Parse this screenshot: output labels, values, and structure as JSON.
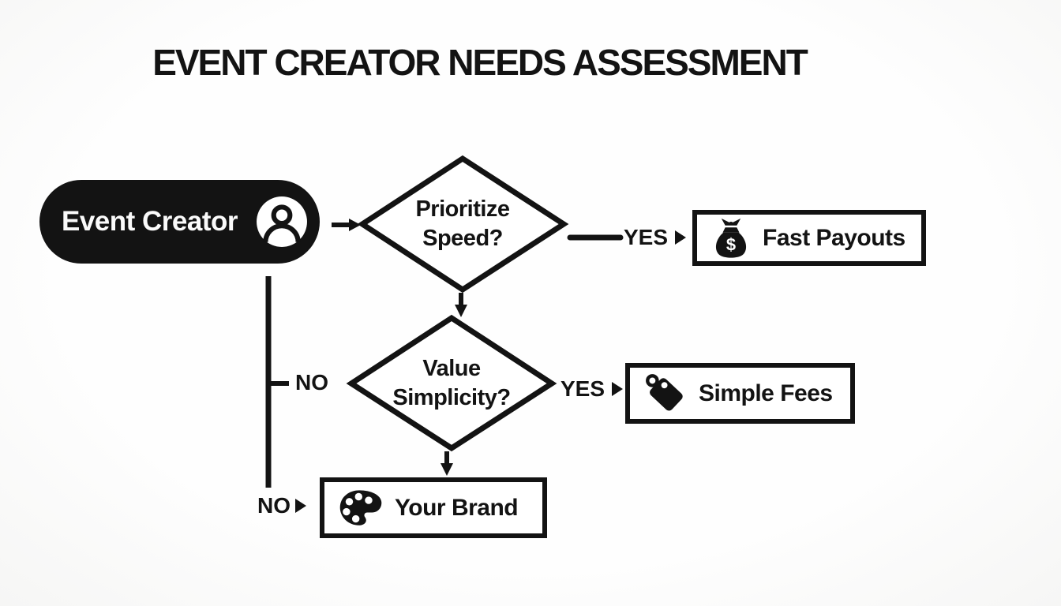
{
  "title": "EVENT CREATOR NEEDS ASSESSMENT",
  "colors": {
    "ink": "#131313",
    "paper": "#fdfdfd"
  },
  "nodes": {
    "start": {
      "label": "Event Creator",
      "icon": "person-circle-icon"
    },
    "decision_speed": {
      "line1": "Prioritize",
      "line2": "Speed?"
    },
    "decision_simplicity": {
      "line1": "Value",
      "line2": "Simplicity?"
    },
    "outcome_fast_payouts": {
      "label": "Fast Payouts",
      "icon": "money-bag-icon"
    },
    "outcome_simple_fees": {
      "label": "Simple Fees",
      "icon": "price-tag-icon"
    },
    "outcome_your_brand": {
      "label": "Your Brand",
      "icon": "palette-icon"
    }
  },
  "edge_labels": {
    "speed_yes": "YES",
    "simplicity_yes": "YES",
    "speed_no": "NO",
    "brand_no": "NO"
  }
}
